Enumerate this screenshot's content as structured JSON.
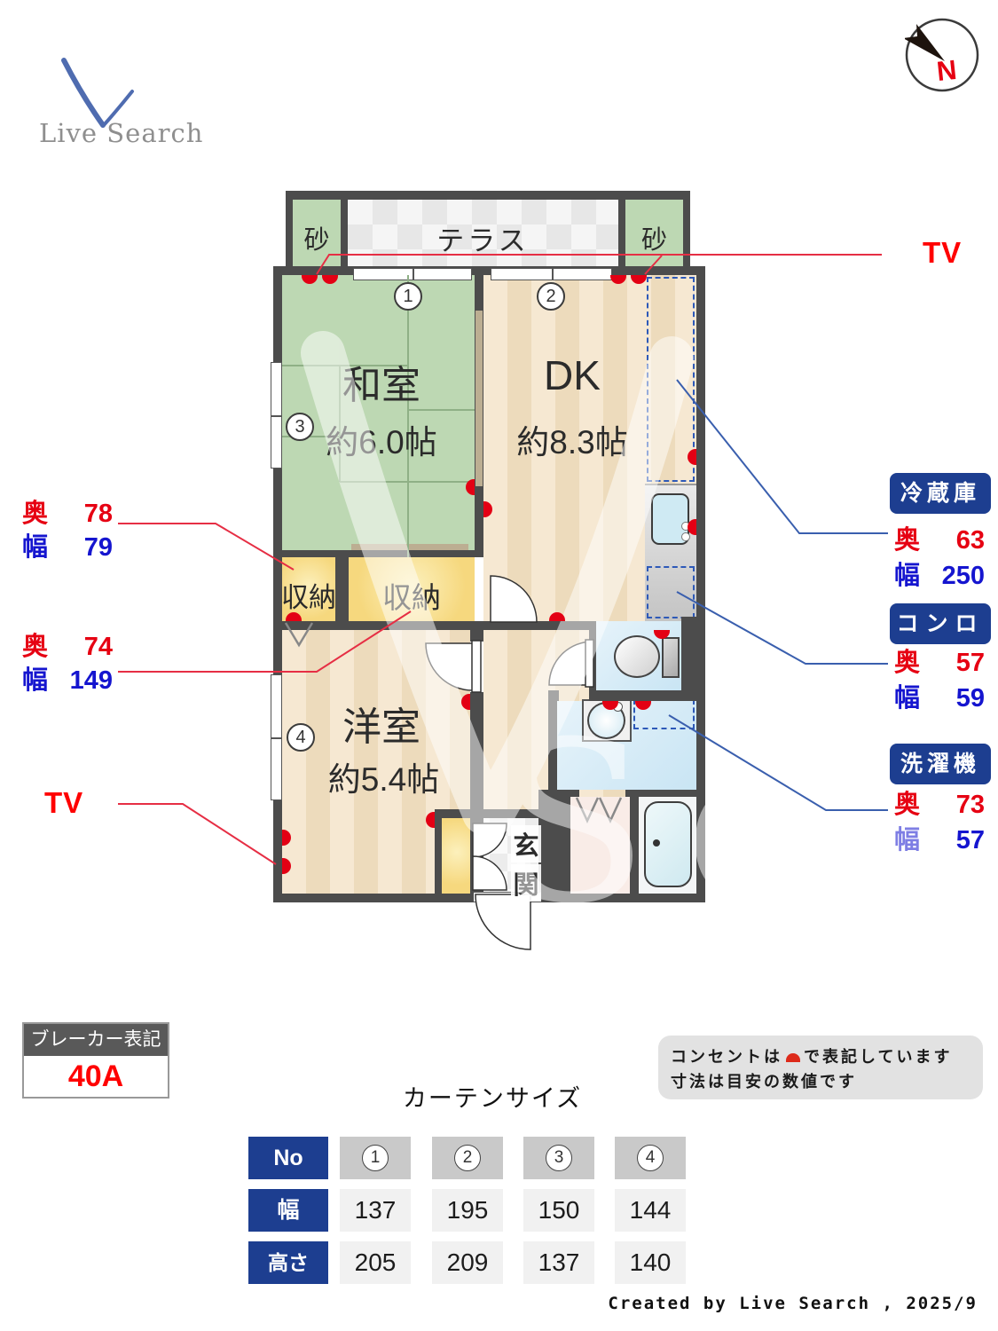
{
  "logo": {
    "text": "Live Search"
  },
  "compass": {
    "label": "N"
  },
  "plan": {
    "terrace": {
      "label": "テラス",
      "sand_left": "砂",
      "sand_right": "砂"
    },
    "rooms": {
      "washitsu": {
        "name": "和室",
        "size": "約6.0帖"
      },
      "dk": {
        "name": "DK",
        "size": "約8.3帖"
      },
      "youshitsu": {
        "name": "洋室",
        "size": "約5.4帖"
      },
      "closet_left": "収納",
      "closet_right": "収納",
      "genkan_char1": "玄",
      "genkan_char2": "関"
    },
    "window_marks": [
      "1",
      "2",
      "3",
      "4"
    ]
  },
  "annotations": {
    "tv_top": "TV",
    "tv_left": "TV",
    "closet_small": {
      "depth_label": "奥",
      "depth": "78",
      "width_label": "幅",
      "width": "79"
    },
    "closet_large": {
      "depth_label": "奥",
      "depth": "74",
      "width_label": "幅",
      "width": "149"
    },
    "fridge": {
      "title": "冷蔵庫",
      "depth_label": "奥",
      "depth": "63",
      "width_label": "幅",
      "width": "250"
    },
    "stove": {
      "title": "コンロ",
      "depth_label": "奥",
      "depth": "57",
      "width_label": "幅",
      "width": "59"
    },
    "washer": {
      "title": "洗濯機",
      "depth_label": "奥",
      "depth": "73",
      "width_label": "幅",
      "width": "57"
    }
  },
  "breaker": {
    "title": "ブレーカー表記",
    "value": "40A"
  },
  "curtain": {
    "title": "カーテンサイズ",
    "no_label": "No",
    "width_label": "幅",
    "height_label": "高さ",
    "cols": [
      {
        "no": "1",
        "width": "137",
        "height": "205"
      },
      {
        "no": "2",
        "width": "195",
        "height": "209"
      },
      {
        "no": "3",
        "width": "150",
        "height": "137"
      },
      {
        "no": "4",
        "width": "144",
        "height": "140"
      }
    ]
  },
  "note": {
    "line1_pre": "コンセントは",
    "line1_post": "で表記しています",
    "line2": "寸法は目安の数値です"
  },
  "credit": "Created by Live Search , 2025/9",
  "watermark": {
    "left": "e",
    "right": "Sea"
  },
  "colors": {
    "accent_navy": "#1d3e90",
    "red": "#e60012",
    "blue": "#1515cf",
    "wall": "#4c4c4c",
    "tatami": "#bdd8b3",
    "closet": "#f6d87e",
    "pointer_red": "#e62e44",
    "pointer_blue": "#3a5fae"
  }
}
